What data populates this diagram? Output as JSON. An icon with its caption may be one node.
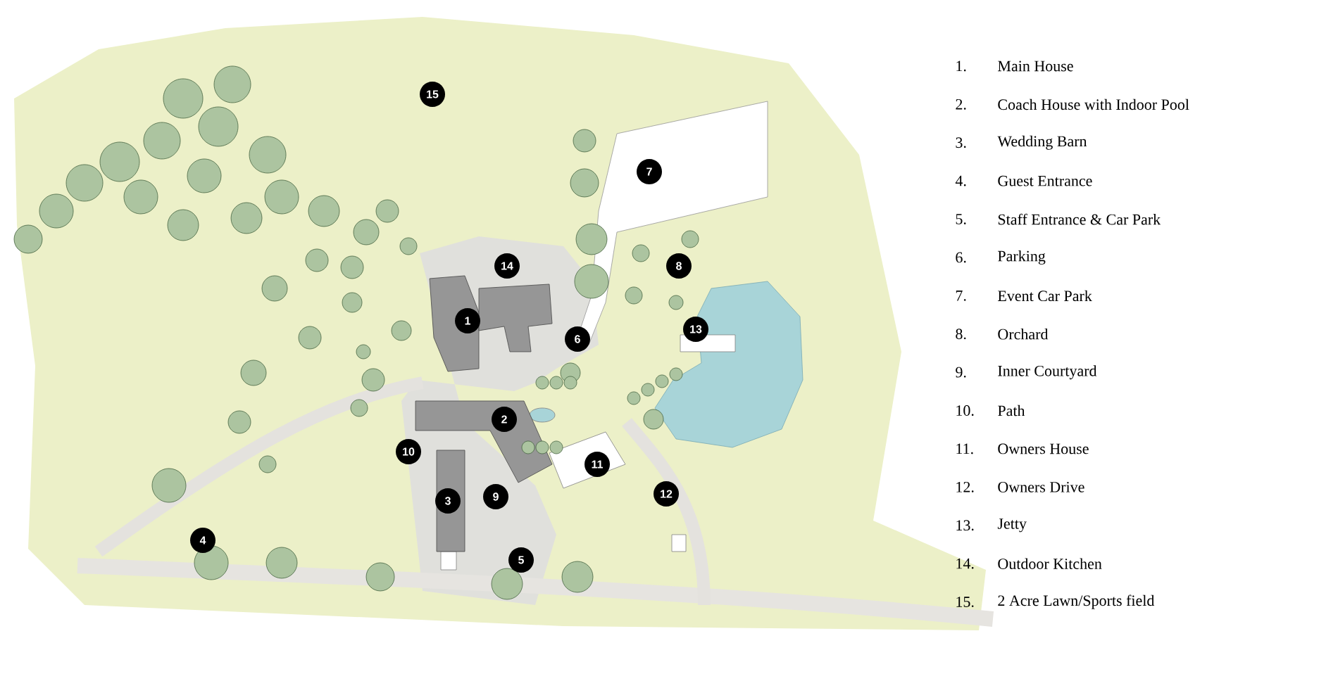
{
  "diagram": {
    "labels": [
      "15",
      "7",
      "14",
      "8",
      "1",
      "6",
      "13",
      "2",
      "10",
      "11",
      "3",
      "9",
      "12",
      "4",
      "5",
      "1.",
      "Main House",
      "2.",
      "Coach House with Indoor Pool",
      "3.",
      "Wedding Barn",
      "4.",
      "Guest Entrance",
      "5.",
      "Staff Entrance & Car Park",
      "6.",
      "Parking",
      "7.",
      "Event Car Park",
      "8.",
      "Orchard",
      "9.",
      "Inner Courtyard",
      "10.",
      "Path",
      "11.",
      "Owners House",
      "12.",
      "Owners Drive",
      "13.",
      "Jetty",
      "14.",
      "Outdoor Kitchen",
      "15.",
      "2 Acre Lawn/Sports field"
    ]
  }
}
